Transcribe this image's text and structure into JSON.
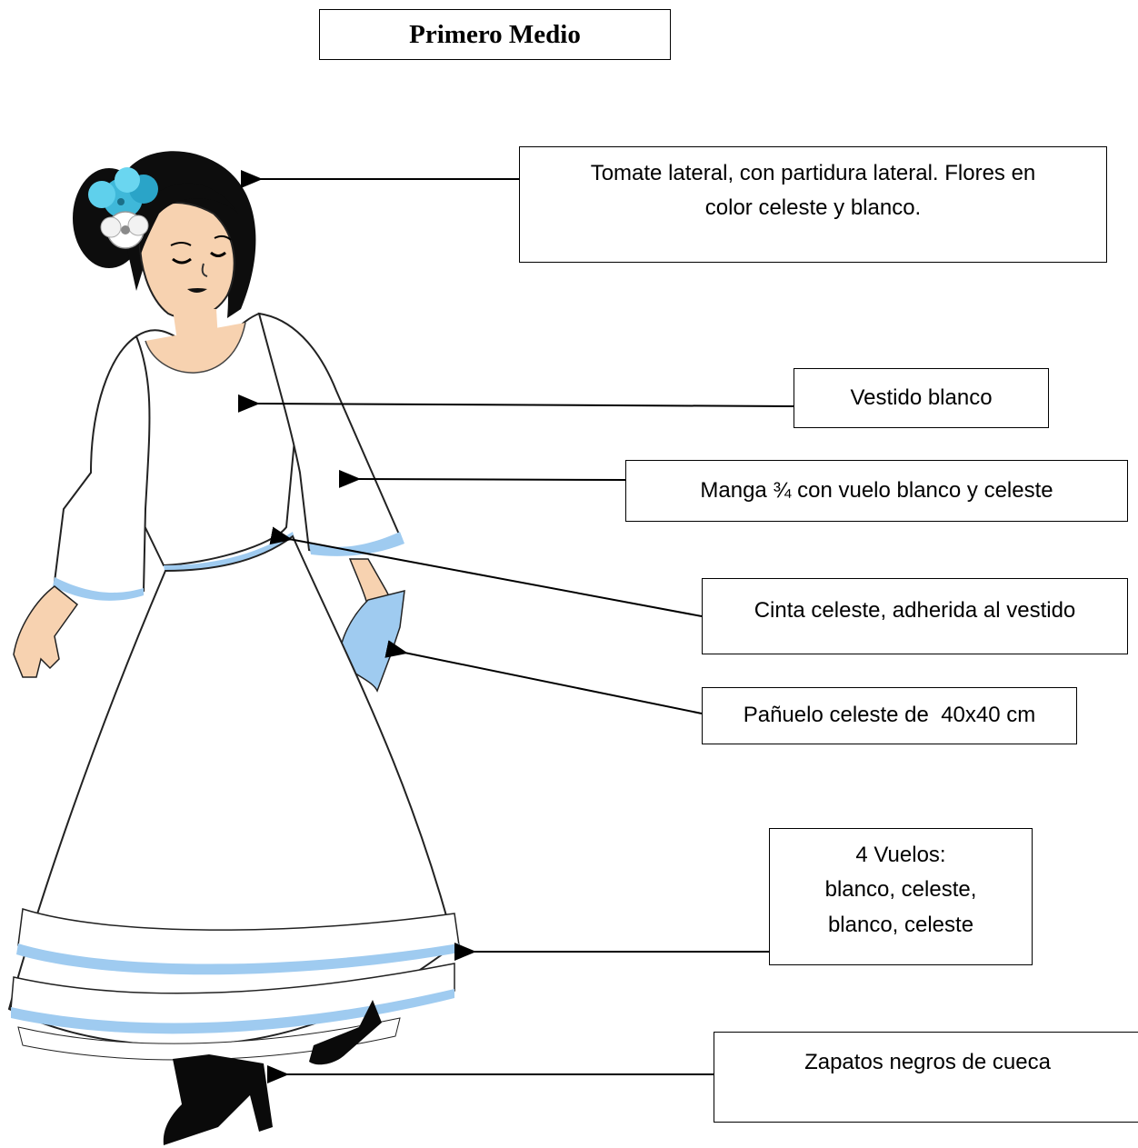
{
  "title": "Primero Medio",
  "labels": {
    "hair": [
      "Tomate lateral, con partidura lateral. Flores en",
      "color celeste y blanco."
    ],
    "dress": "Vestido blanco",
    "sleeve": "Manga ¾ con vuelo blanco y celeste",
    "ribbon": "Cinta celeste, adherida al vestido",
    "scarf": "Pañuelo celeste de  40x40 cm",
    "ruffles": [
      "4 Vuelos:",
      "blanco, celeste,",
      "blanco, celeste"
    ],
    "shoes": "Zapatos negros de cueca"
  },
  "colors": {
    "celeste": "#9fcbf0",
    "flower_blue": "#3fb8d9",
    "skin": "#f7d2b0",
    "hair": "#0d0d0d",
    "dress": "#ffffff"
  }
}
